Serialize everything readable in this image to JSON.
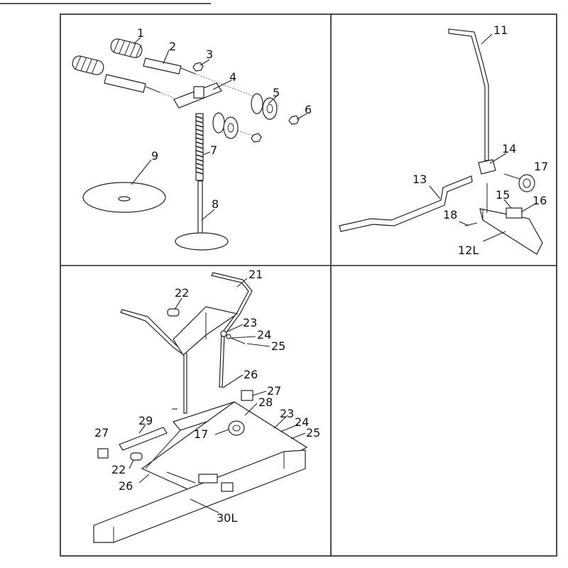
{
  "panels": {
    "top_left": {
      "labels": [
        "1",
        "2",
        "3",
        "4",
        "5",
        "6",
        "7",
        "8",
        "9"
      ]
    },
    "top_right": {
      "labels": [
        "11",
        "14",
        "17",
        "13",
        "15",
        "16",
        "18",
        "12L"
      ]
    },
    "bottom_left": {
      "labels": [
        "21",
        "22",
        "23",
        "24",
        "25",
        "26",
        "27",
        "28",
        "17",
        "23",
        "24",
        "25",
        "29",
        "27",
        "22",
        "26",
        "30L"
      ]
    },
    "bottom_right": {
      "labels": []
    }
  }
}
